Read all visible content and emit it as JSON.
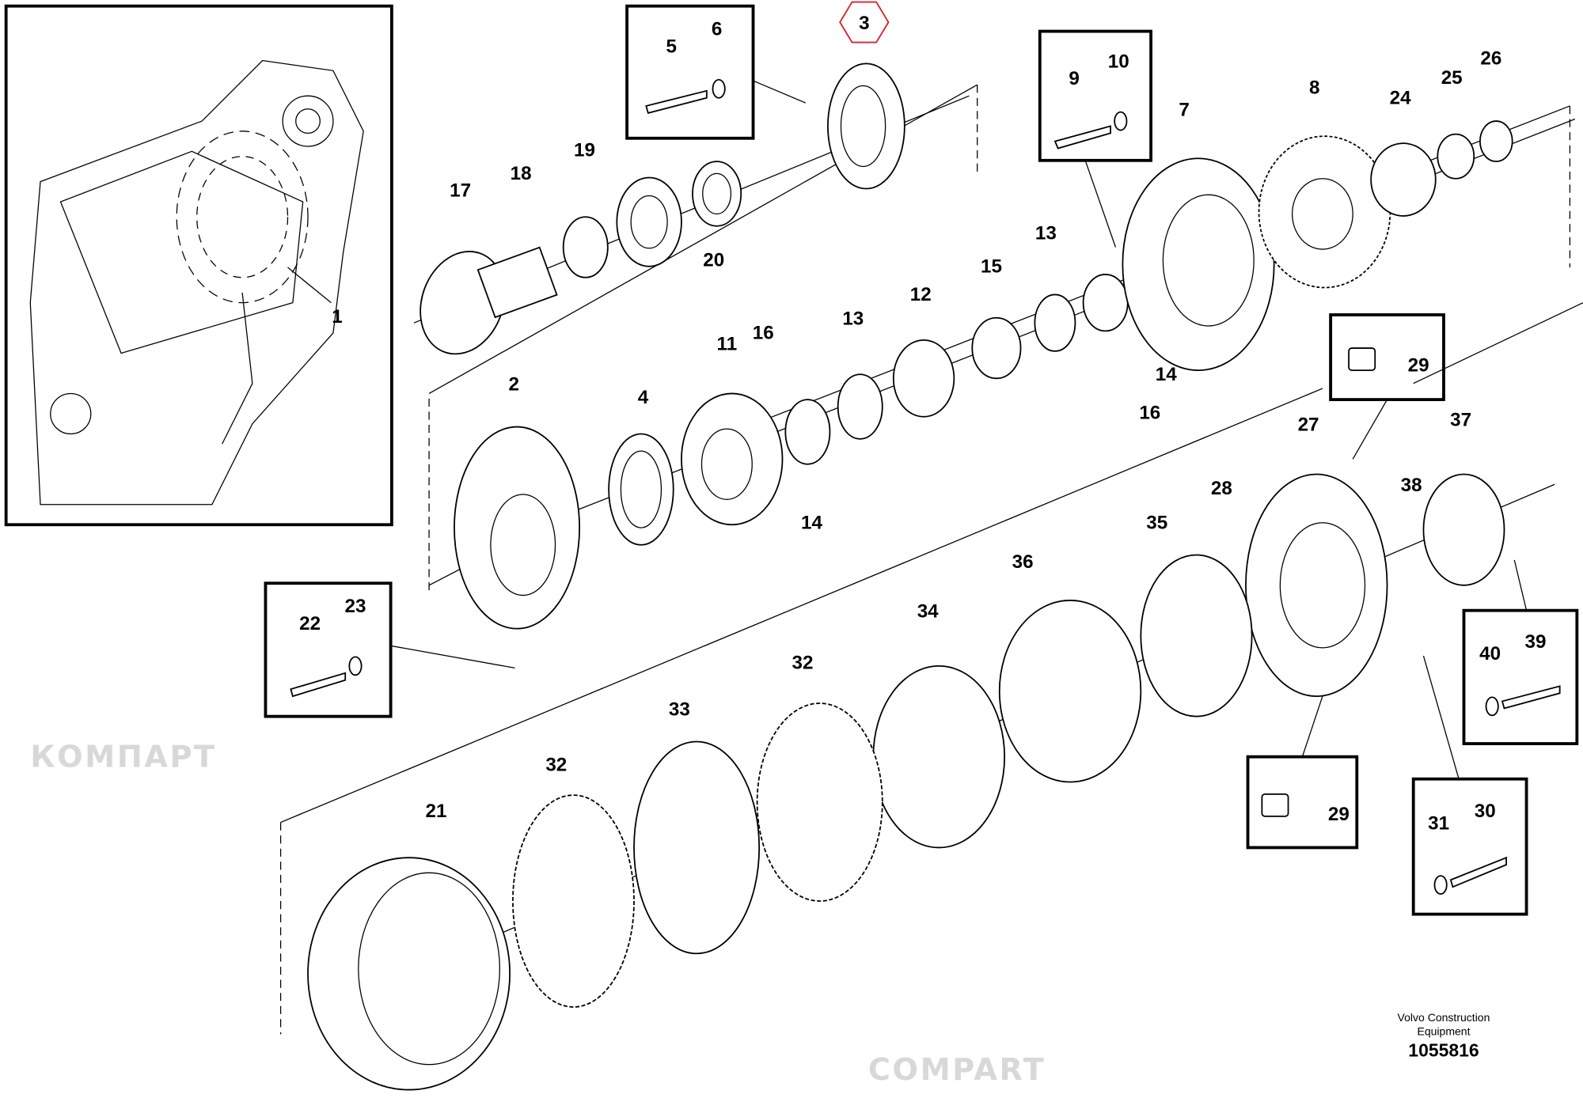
{
  "watermark": {
    "text_cyrillic": "КОМПАРТ",
    "text_latin": "COMPART"
  },
  "callouts": [
    "1",
    "2",
    "3",
    "4",
    "5",
    "6",
    "7",
    "8",
    "9",
    "10",
    "11",
    "12",
    "13",
    "13",
    "14",
    "14",
    "15",
    "16",
    "16",
    "17",
    "18",
    "19",
    "20",
    "21",
    "22",
    "23",
    "24",
    "25",
    "26",
    "27",
    "28",
    "29",
    "29",
    "30",
    "31",
    "32",
    "32",
    "33",
    "34",
    "35",
    "36",
    "37",
    "38",
    "39",
    "40"
  ],
  "highlighted_callout": "3",
  "colors": {
    "highlight": "#d9252b",
    "line": "#000000",
    "watermark": "#e4e4e4"
  },
  "footer": {
    "company_line1": "Volvo Construction",
    "company_line2": "Equipment",
    "drawing_number": "1055816"
  }
}
